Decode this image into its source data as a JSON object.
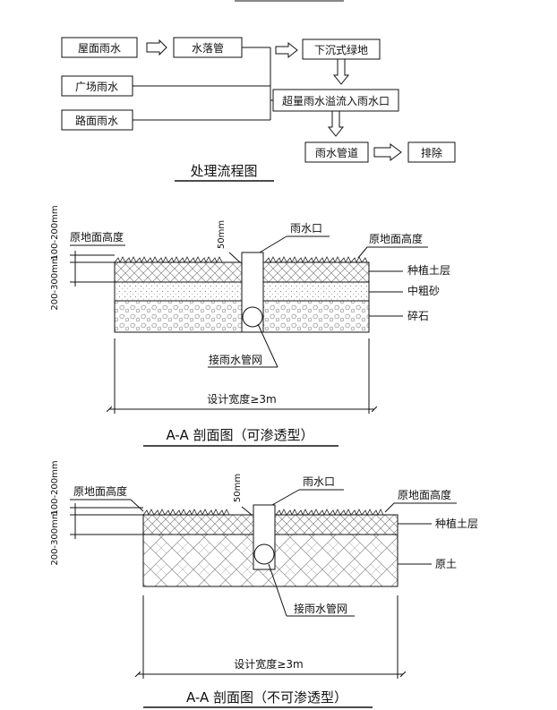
{
  "flow": {
    "boxes": {
      "roof": "屋面雨水",
      "downpipe": "水落管",
      "sunken": "下沉式绿地",
      "plaza": "广场雨水",
      "overflow": "超量雨水溢流入雨水口",
      "road": "路面雨水",
      "pipe": "雨水管道",
      "discharge": "排除"
    },
    "title": "处理流程图"
  },
  "section1": {
    "left_dims": [
      "100-200mm",
      "200-300mm"
    ],
    "label_ground_left": "原地面高度",
    "label_ground_right": "原地面高度",
    "label_50": "50mm",
    "label_inlet": "雨水口",
    "layers": [
      "种植土层",
      "中粗砂",
      "碎石"
    ],
    "label_network": "接雨水管网",
    "label_width": "设计宽度≥3m",
    "title": "A-A 剖面图（可渗透型）"
  },
  "section2": {
    "left_dims": [
      "100-200mm",
      "200-300mm"
    ],
    "label_ground_left": "原地面高度",
    "label_ground_right": "原地面高度",
    "label_50": "50mm",
    "label_inlet": "雨水口",
    "layers": [
      "种植土层",
      "原土"
    ],
    "label_network": "接雨水管网",
    "label_width": "设计宽度≥3m",
    "title": "A-A 剖面图（不可渗透型）"
  }
}
